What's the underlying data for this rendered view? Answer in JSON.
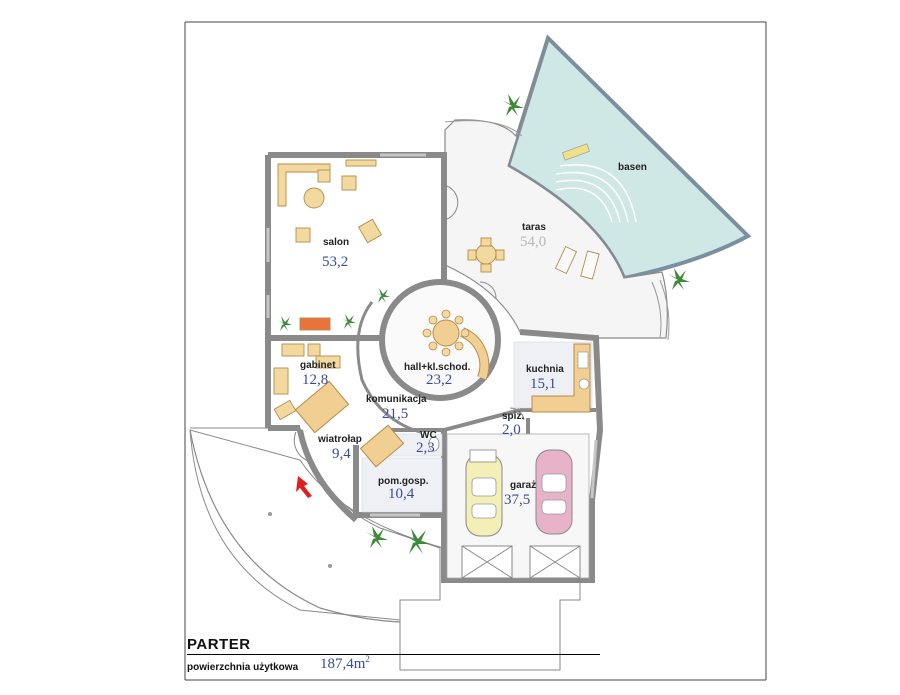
{
  "plan": {
    "level": "PARTER",
    "usable_area_label": "powierzchnia użytkowa",
    "usable_area_value": "187,4m",
    "usable_area_unit_sup": "2"
  },
  "rooms": {
    "basen": {
      "name": "basen",
      "area": ""
    },
    "taras": {
      "name": "taras",
      "area": "54,0"
    },
    "salon": {
      "name": "salon",
      "area": "53,2"
    },
    "gabinet": {
      "name": "gabinet",
      "area": "12,8"
    },
    "hall": {
      "name": "hall+kl.schod.",
      "area": "23,2"
    },
    "kuchnia": {
      "name": "kuchnia",
      "area": "15,1"
    },
    "komunikacja": {
      "name": "komunikacja",
      "area": "21,5"
    },
    "spiz": {
      "name": "spiż.",
      "area": "2,0"
    },
    "wiatrolap": {
      "name": "wiatrołap",
      "area": "9,4"
    },
    "wc": {
      "name": "WC",
      "area": "2,3"
    },
    "garaz": {
      "name": "garaż",
      "area": "37,5"
    },
    "pom_gosp": {
      "name": "pom.gosp.",
      "area": "10,4"
    }
  },
  "colors": {
    "wall": "#8a8a8a",
    "pool": "#cfe8e6",
    "pool_edge": "#7a8fa0",
    "stairs": "#e9b06a",
    "floor_grid": "#d9dde6",
    "plant": "#3f8a3a",
    "furniture": "#f2d9a0",
    "car_yellow": "#f3efb6",
    "car_pink": "#e8b3c9",
    "entrance_arrow": "#e02020",
    "area_text": "#3b4a9a"
  }
}
